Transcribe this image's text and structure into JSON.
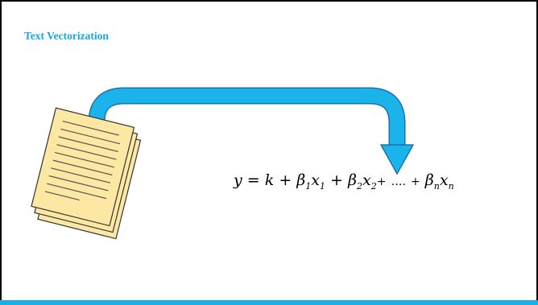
{
  "slide": {
    "title": "Text Vectorization",
    "accent_color": "#1ab0e6",
    "document_icon": "document-stack-icon",
    "arrow_icon": "curved-arrow-icon"
  },
  "equation": {
    "lhs": "y",
    "equals": "=",
    "const": "k",
    "plus": "+",
    "beta": "β",
    "x": "x",
    "sub1": "1",
    "sub2": "2",
    "subn": "n",
    "ellipsis": "….",
    "full_text": "y = k + β1x1 + β2x2 + …. + βnxn"
  }
}
